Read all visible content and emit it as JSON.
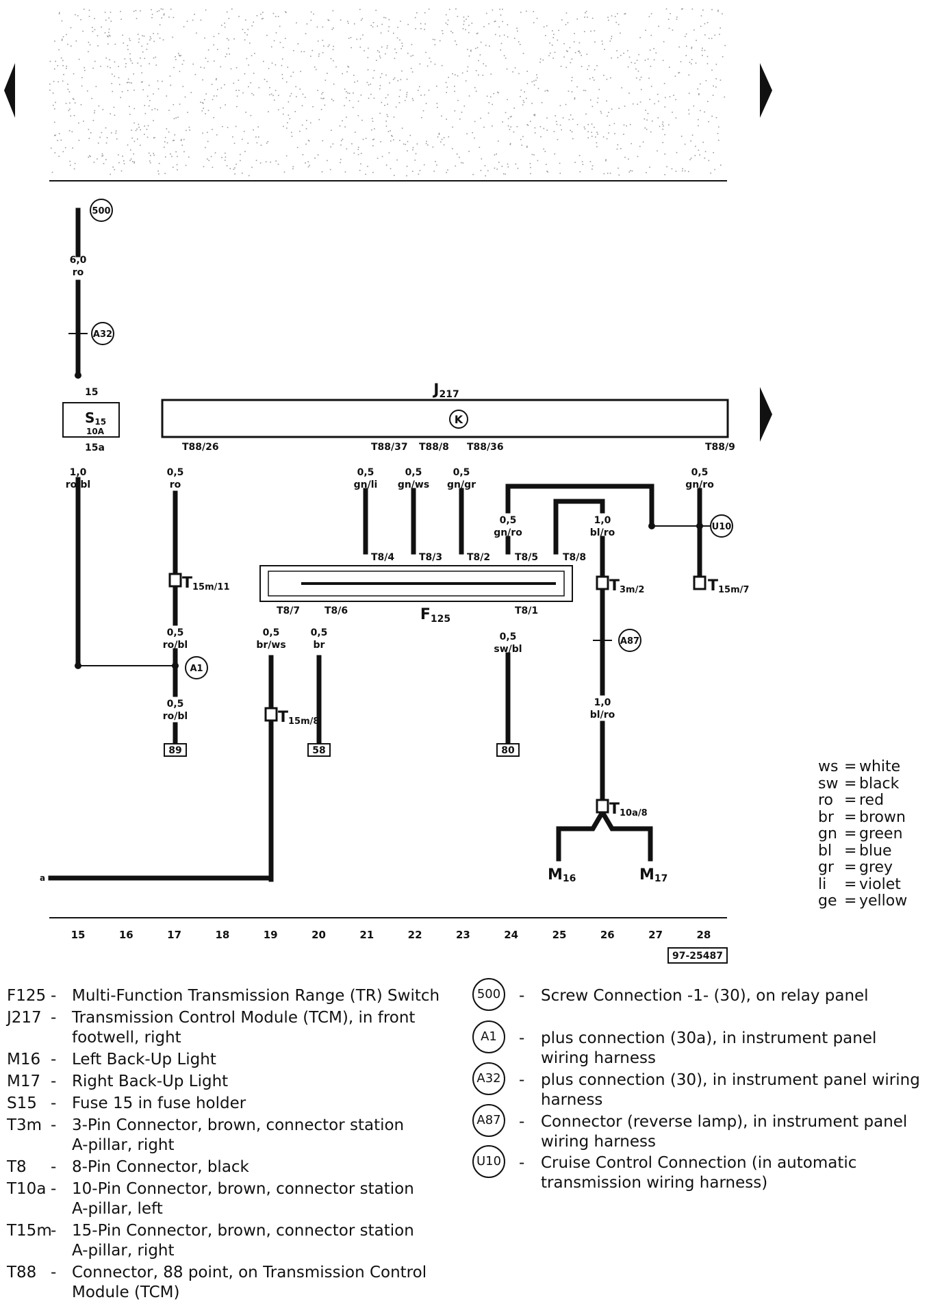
{
  "diagram": {
    "ref_number": "97-25487",
    "module_label": "J",
    "module_sub": "217",
    "switch_label": "F",
    "switch_sub": "125",
    "fuse_label": "S",
    "fuse_sub": "15",
    "fuse_amp": "10A",
    "fuse_in": "15",
    "fuse_out": "15a",
    "m16": "M",
    "m16_sub": "16",
    "m17": "M",
    "m17_sub": "17",
    "ground_a": "a",
    "grid_numbers": [
      "15",
      "16",
      "17",
      "18",
      "19",
      "20",
      "21",
      "22",
      "23",
      "24",
      "25",
      "26",
      "27",
      "28"
    ],
    "circles": {
      "c500": "500",
      "a32": "A32",
      "a1": "A1",
      "a87": "A87",
      "u10": "U10"
    },
    "terminals": {
      "t89": "89",
      "t58": "58",
      "t80": "80"
    },
    "pins": {
      "t88_26": "T88/26",
      "t88_37": "T88/37",
      "t88_8": "T88/8",
      "t88_36": "T88/36",
      "t88_9": "T88/9",
      "t8_4": "T8/4",
      "t8_3": "T8/3",
      "t8_2": "T8/2",
      "t8_5": "T8/5",
      "t8_8": "T8/8",
      "t8_7": "T8/7",
      "t8_6": "T8/6",
      "t8_1": "T8/1"
    },
    "connectors": {
      "t15m11": "T",
      "t15m11_sub": "15m/11",
      "t15m8": "T",
      "t15m8_sub": "15m/8",
      "t3m2": "T",
      "t3m2_sub": "3m/2",
      "t15m7": "T",
      "t15m7_sub": "15m/7",
      "t10a8": "T",
      "t10a8_sub": "10a/8"
    },
    "wires": {
      "w500_size": "6,0",
      "w500_color": "ro",
      "w15a_size": "1,0",
      "w15a_color": "ro/bl",
      "w17a_size": "0,5",
      "w17a_color": "ro",
      "w17b_size": "0,5",
      "w17b_color": "ro/bl",
      "w17c_size": "0,5",
      "w17c_color": "ro/bl",
      "w21_size": "0,5",
      "w21_color": "gn/li",
      "w22_size": "0,5",
      "w22_color": "gn/ws",
      "w23_size": "0,5",
      "w23_color": "gn/gr",
      "w24_size": "0,5",
      "w24_color": "gn/ro",
      "w26_size": "1,0",
      "w26_color": "bl/ro",
      "w26b_size": "1,0",
      "w26b_color": "bl/ro",
      "w28_size": "0,5",
      "w28_color": "gn/ro",
      "w19_size": "0,5",
      "w19_color": "br/ws",
      "w20_size": "0,5",
      "w20_color": "br",
      "w24b_size": "0,5",
      "w24b_color": "sw/bl"
    }
  },
  "color_codes": [
    {
      "code": "ws",
      "name": "white"
    },
    {
      "code": "sw",
      "name": "black"
    },
    {
      "code": "ro",
      "name": "red"
    },
    {
      "code": "br",
      "name": "brown"
    },
    {
      "code": "gn",
      "name": "green"
    },
    {
      "code": "bl",
      "name": "blue"
    },
    {
      "code": "gr",
      "name": "grey"
    },
    {
      "code": "li",
      "name": "violet"
    },
    {
      "code": "ge",
      "name": "yellow"
    }
  ],
  "legend_components": [
    {
      "key": "F125",
      "text": "Multi-Function Transmission Range (TR) Switch"
    },
    {
      "key": "J217",
      "text": "Transmission Control Module (TCM), in front",
      "text2": "footwell, right"
    },
    {
      "key": "M16",
      "text": "Left Back-Up Light"
    },
    {
      "key": "M17",
      "text": "Right Back-Up Light"
    },
    {
      "key": "S15",
      "text": "Fuse 15 in fuse holder"
    },
    {
      "key": "T3m",
      "text": "3-Pin Connector, brown, connector station",
      "text2": "A-pillar, right"
    },
    {
      "key": "T8",
      "text": "8-Pin Connector, black"
    },
    {
      "key": "T10a",
      "text": "10-Pin Connector, brown, connector station",
      "text2": "A-pillar, left"
    },
    {
      "key": "T15m",
      "text": "15-Pin Connector, brown, connector station",
      "text2": "A-pillar, right"
    },
    {
      "key": "T88",
      "text": "Connector, 88 point, on Transmission Control",
      "text2": "Module (TCM)"
    }
  ],
  "legend_connections": [
    {
      "key": "500",
      "text": "Screw Connection -1- (30), on relay panel"
    },
    {
      "key": "A1",
      "text": "plus connection (30a), in instrument panel",
      "text2": "wiring harness"
    },
    {
      "key": "A32",
      "text": "plus connection (30), in instrument panel wiring",
      "text2": "harness"
    },
    {
      "key": "A87",
      "text": "Connector (reverse lamp), in instrument panel",
      "text2": "wiring harness"
    },
    {
      "key": "U10",
      "text": "Cruise Control Connection (in automatic",
      "text2": "transmission wiring harness)"
    }
  ],
  "dash": "-"
}
